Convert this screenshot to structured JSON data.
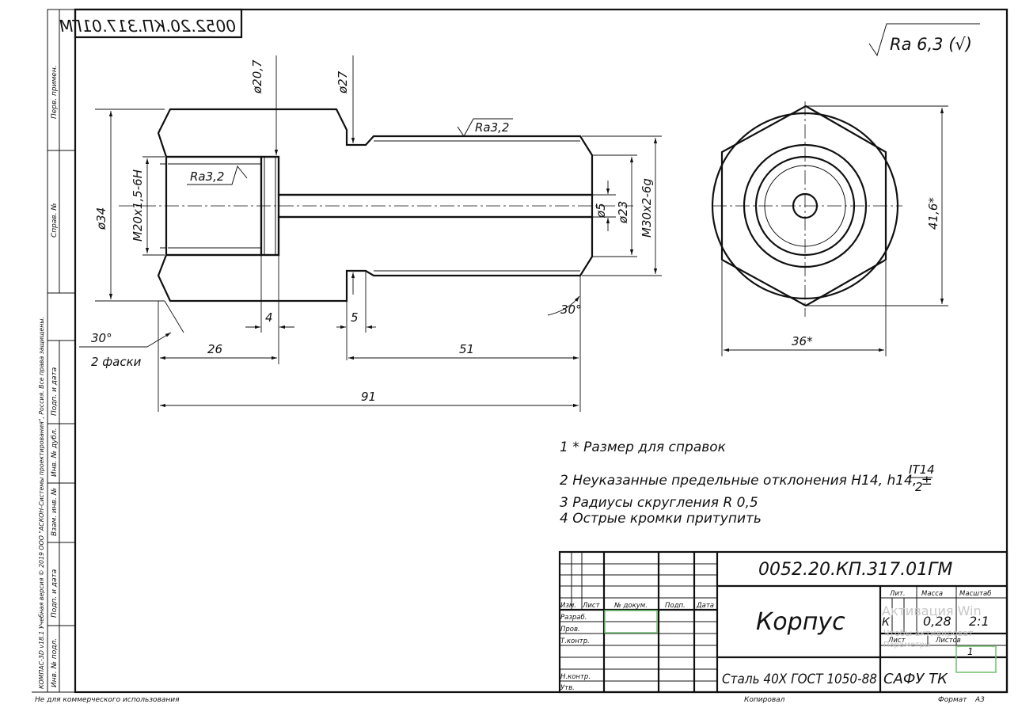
{
  "sheet": {
    "stamp_top_mirrored": "0052.20.КП.317.01ГМ",
    "side_labels": [
      "Перв. примен.",
      "Справ. №",
      "Подп. и дата",
      "Инв. № дубл.",
      "Взам. инв. №",
      "Подп. и дата",
      "Инв. № подл."
    ],
    "copyright_vertical": "КОМПАС-3D v18.1 Учебная версия © 2019 ООО \"АСКОН-Системы проектирования\", Россия. Все права защищены.",
    "footer_left": "Не для коммерческого использования",
    "footer_copy": "Копировал",
    "footer_format_label": "Формат",
    "footer_format_value": "А3"
  },
  "roughness_general": "Ra 6,3 (√)",
  "dimensions": {
    "d_left": "ø34",
    "thread_left": "M20x1,5-6H",
    "ra_inner": "Ra3,2",
    "d_groove": "ø20,7",
    "d_27": "ø27",
    "ra_outer": "Ra3,2",
    "d_hole": "ø5",
    "d_23": "ø23",
    "thread_right": "M30x2-6g",
    "groove_width": "4",
    "groove2_width": "5",
    "chamfer_right": "30°",
    "chamfer_left": "30°",
    "chamfer_note": "2 фаски",
    "len_26": "26",
    "len_51": "51",
    "len_91": "91",
    "hex_height": "41,6*",
    "hex_width": "36*"
  },
  "notes": [
    "1 * Размер для справок",
    "2 Неуказанные предельные отклонения H14, h14, ±",
    "3 Радиусы скругления R 0,5",
    "4 Острые кромки притупить"
  ],
  "note_fraction": {
    "num": "IT14",
    "den": "2"
  },
  "title_block": {
    "designation": "0052.20.КП.317.01ГМ",
    "name": "Корпус",
    "material": "Сталь 40Х ГОСТ 1050-88",
    "org": "САФУ ТК",
    "headers": {
      "izm": "Изм.",
      "list": "Лист",
      "doc": "№ докум.",
      "sign": "Подп.",
      "date": "Дата"
    },
    "roles": [
      "Разраб.",
      "Пров.",
      "Т.контр.",
      "Н.контр.",
      "Утв."
    ],
    "lit_label": "Лит.",
    "mass_label": "Масса",
    "scale_label": "Масштаб",
    "lit_value": "К",
    "mass_value": "0,28",
    "scale_value": "2:1",
    "sheet_label": "Лист",
    "sheets_label": "Листов",
    "sheets_value": "1"
  },
  "watermark": {
    "line1": "Активация Win",
    "line2": "Чтобы активироват",
    "line3": "Параметры"
  }
}
